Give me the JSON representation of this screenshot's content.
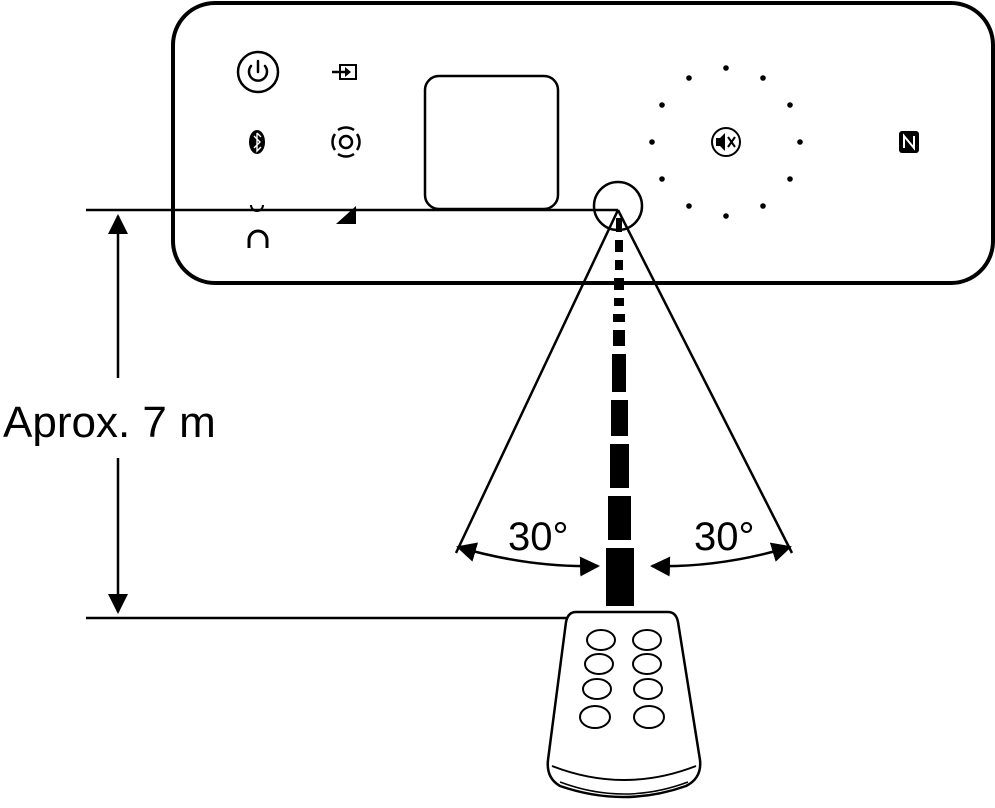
{
  "distance_label": "Aprox. 7 m",
  "angle_left_label": "30°",
  "angle_right_label": "30°",
  "device_icons": [
    "power-icon",
    "input-icon",
    "bluetooth-icon",
    "surround-icon",
    "headphone-icon",
    "level-icon",
    "mute-icon",
    "nfc-icon"
  ],
  "remote_buttons": 8,
  "colors": {
    "line": "#000000",
    "background": "#ffffff"
  }
}
